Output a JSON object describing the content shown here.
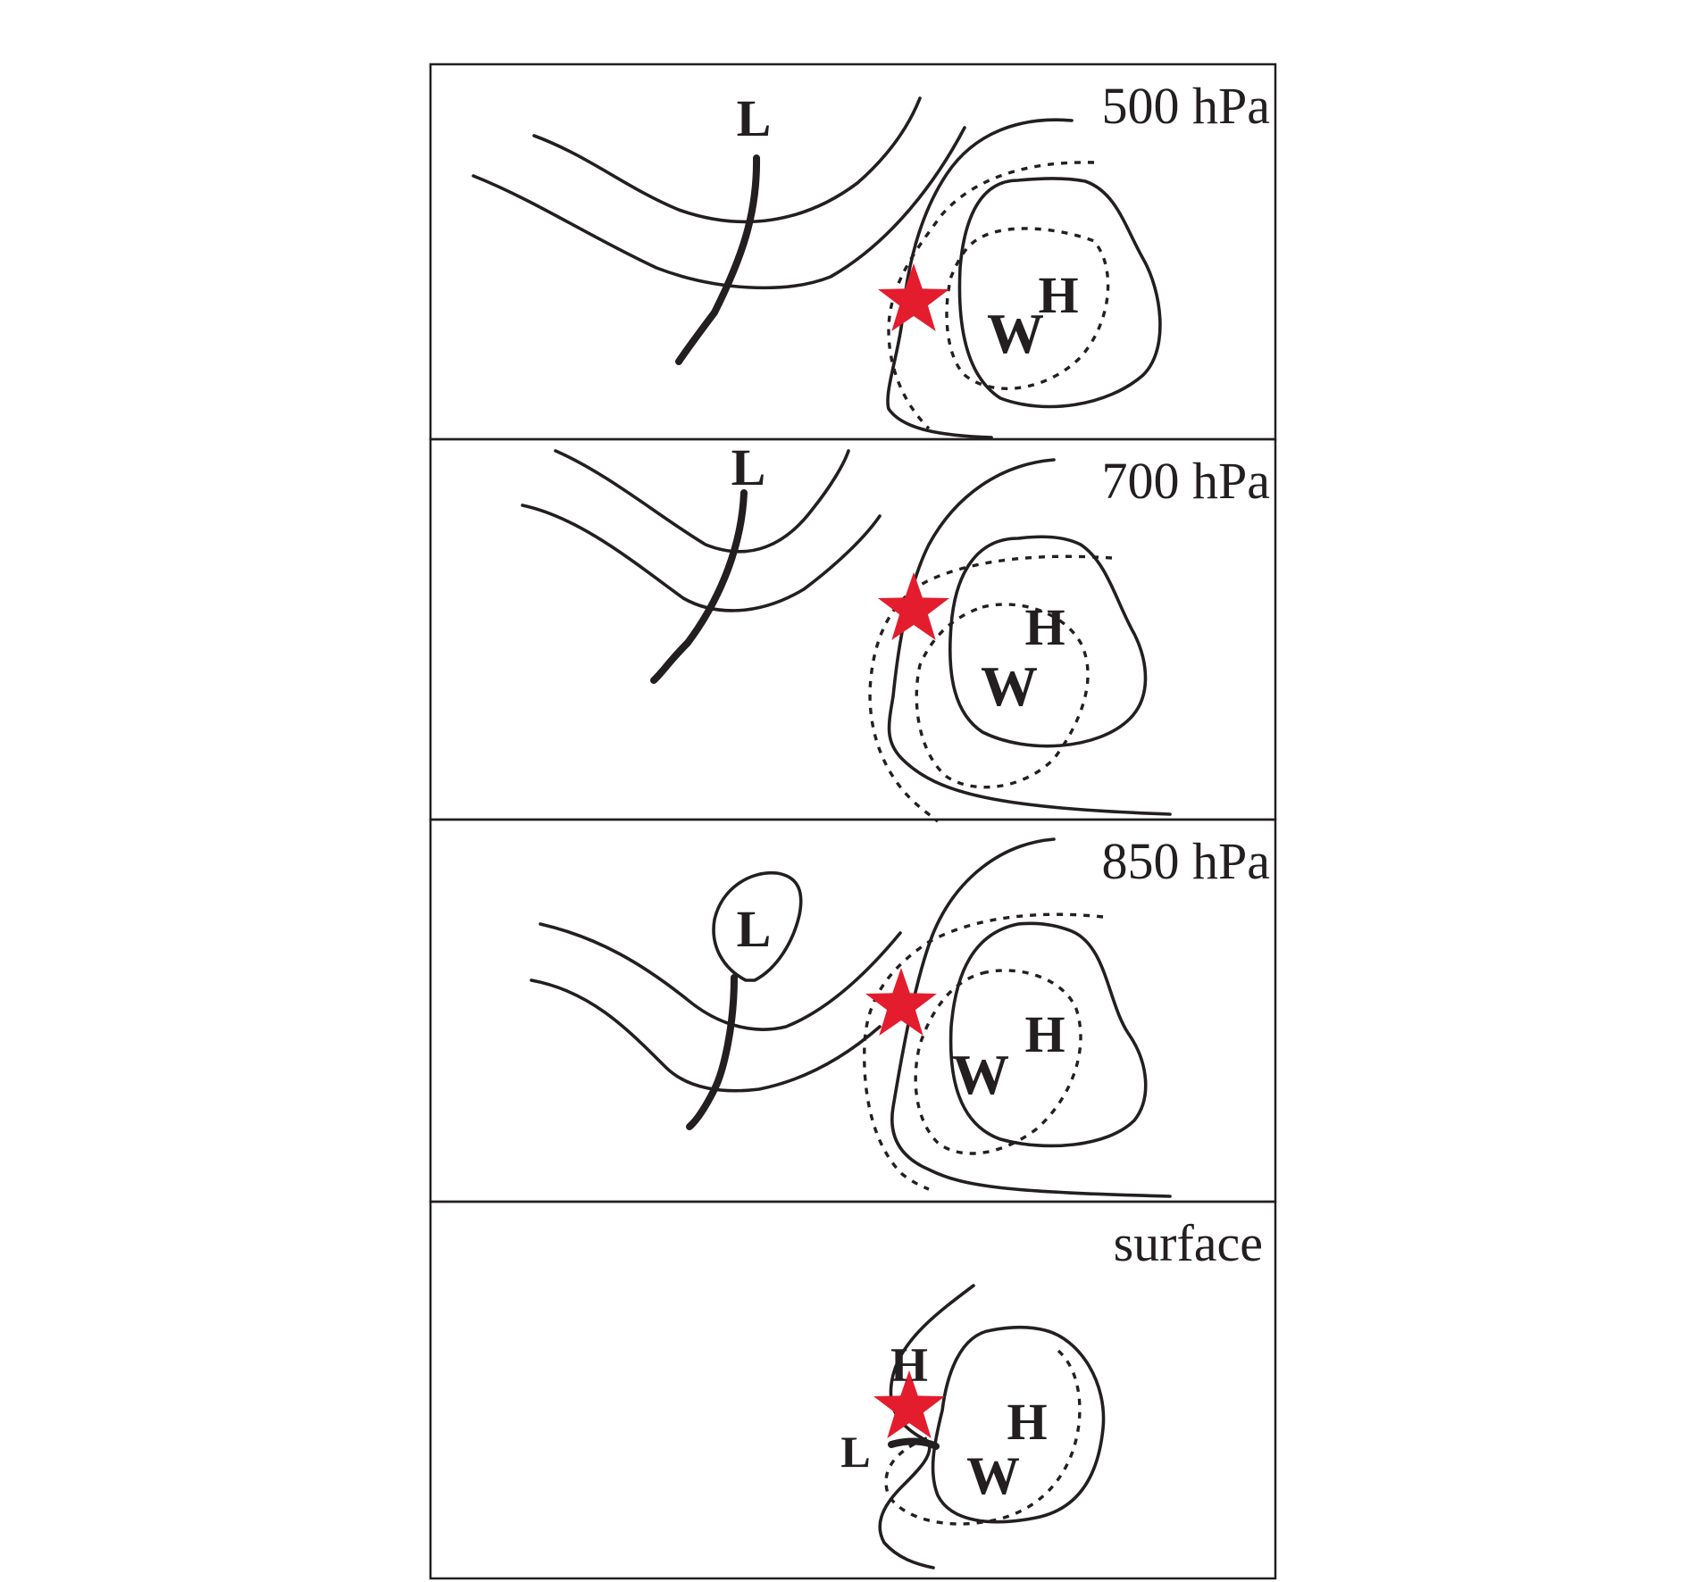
{
  "colors": {
    "line": "#231f20",
    "star": "#e31d2d",
    "background": "#ffffff"
  },
  "panels": [
    {
      "level": "500 hPa",
      "symbols": {
        "L": "L",
        "H": "H",
        "W": "W"
      }
    },
    {
      "level": "700 hPa",
      "symbols": {
        "L": "L",
        "H": "H",
        "W": "W"
      }
    },
    {
      "level": "850 hPa",
      "symbols": {
        "L": "L",
        "H": "H",
        "W": "W"
      }
    },
    {
      "level": "surface",
      "symbols": {
        "H_west": "H",
        "L": "L",
        "H": "H",
        "W": "W"
      }
    }
  ],
  "icons": [
    "red-star-icon"
  ]
}
